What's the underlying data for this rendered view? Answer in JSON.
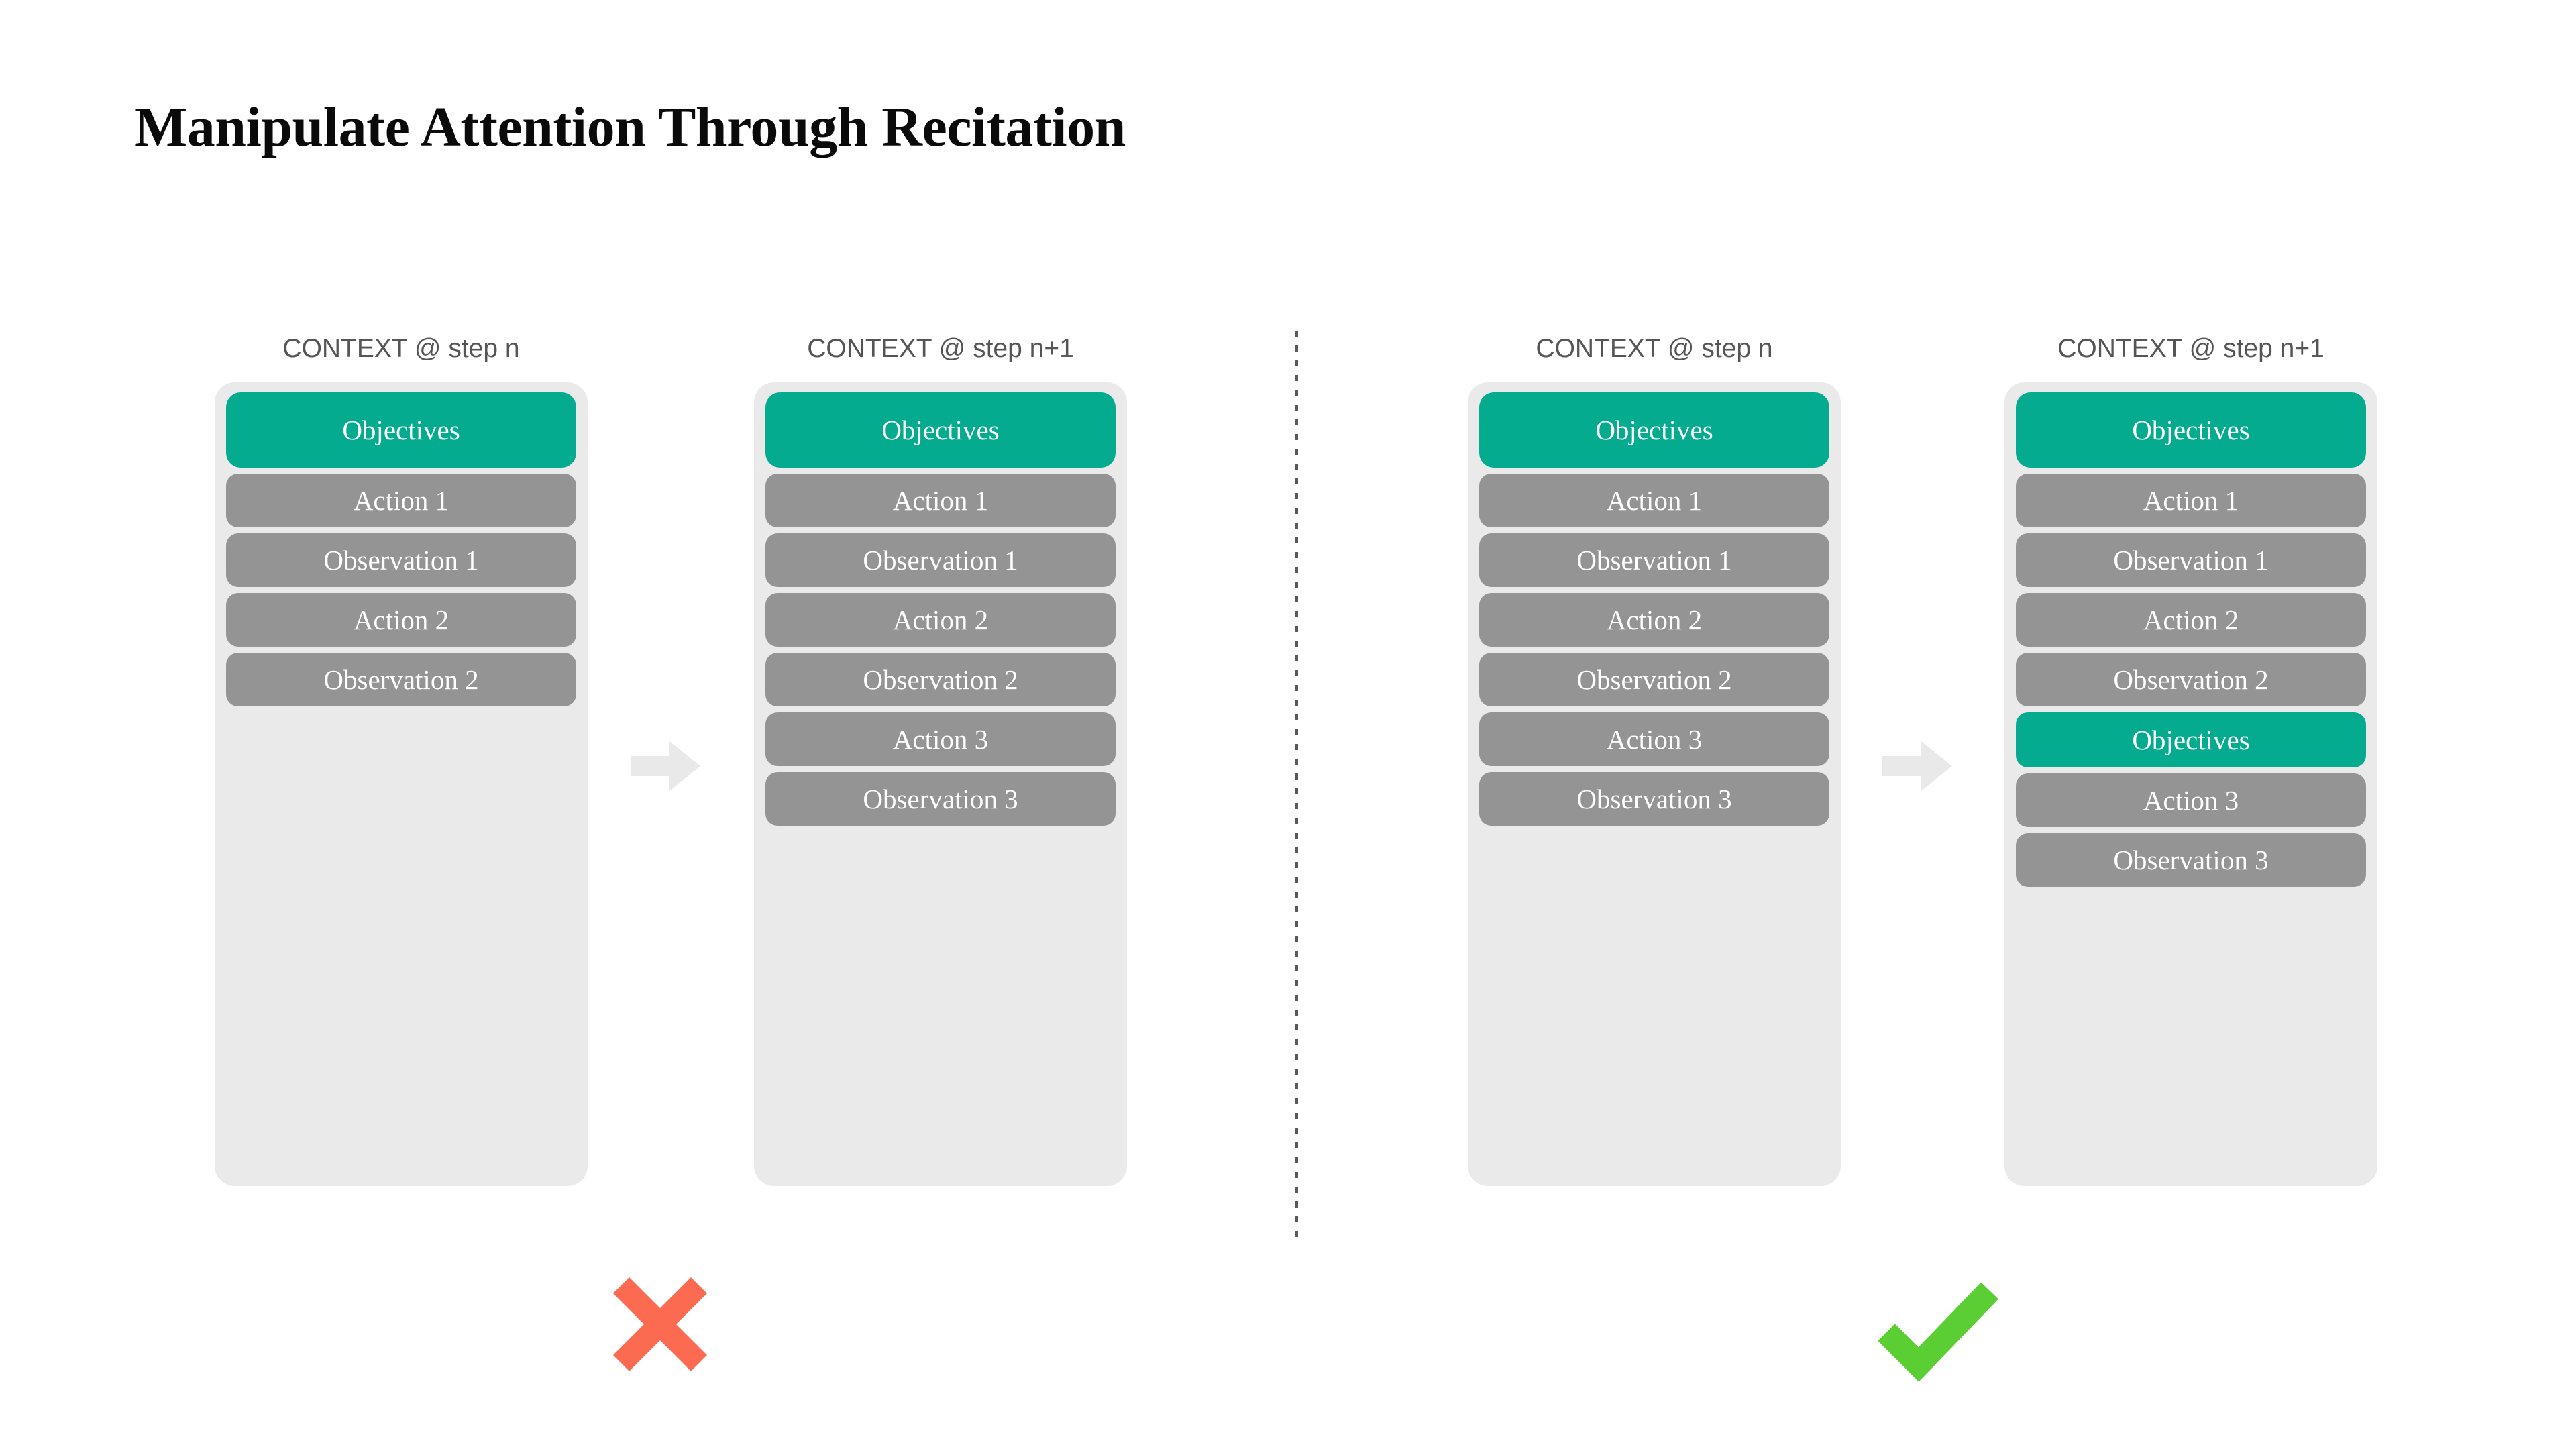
{
  "slide": {
    "title": "Manipulate Attention Through Recitation",
    "background_color": "#ffffff"
  },
  "palette": {
    "objectives_teal": "#04ab8e",
    "entry_gray": "#949494",
    "context_box_gray": "#eaeaea",
    "arrow_gray": "#e9e9e9",
    "header_text_gray": "#555555",
    "divider_gray": "#595959",
    "cross_red": "#fc6a52",
    "check_green": "#5bce34",
    "title_black": "#0a0a0a"
  },
  "divider": {
    "name": "dashed-vertical-divider",
    "style": "dashed"
  },
  "groups": [
    {
      "id": "without-recitation",
      "verdict": {
        "icon": "cross-icon",
        "symbol": "✕",
        "color": "#fc6a52"
      },
      "arrow": {
        "icon": "arrow-right-icon",
        "color": "#e9e9e9"
      },
      "columns": [
        {
          "id": "bad-step-n",
          "header": "CONTEXT @ step n",
          "entries": [
            {
              "label": "Objectives",
              "kind": "objectives"
            },
            {
              "label": "Action 1",
              "kind": "entry"
            },
            {
              "label": "Observation 1",
              "kind": "entry"
            },
            {
              "label": "Action 2",
              "kind": "entry"
            },
            {
              "label": "Observation 2",
              "kind": "entry"
            }
          ]
        },
        {
          "id": "bad-step-n-plus-1",
          "header": "CONTEXT @ step n+1",
          "entries": [
            {
              "label": "Objectives",
              "kind": "objectives"
            },
            {
              "label": "Action 1",
              "kind": "entry"
            },
            {
              "label": "Observation 1",
              "kind": "entry"
            },
            {
              "label": "Action 2",
              "kind": "entry"
            },
            {
              "label": "Observation 2",
              "kind": "entry"
            },
            {
              "label": "Action 3",
              "kind": "entry"
            },
            {
              "label": "Observation 3",
              "kind": "entry"
            }
          ]
        }
      ]
    },
    {
      "id": "with-recitation",
      "verdict": {
        "icon": "check-icon",
        "symbol": "✓",
        "color": "#5bce34"
      },
      "arrow": {
        "icon": "arrow-right-icon",
        "color": "#e9e9e9"
      },
      "columns": [
        {
          "id": "good-step-n",
          "header": "CONTEXT @ step n",
          "entries": [
            {
              "label": "Objectives",
              "kind": "objectives"
            },
            {
              "label": "Action 1",
              "kind": "entry"
            },
            {
              "label": "Observation 1",
              "kind": "entry"
            },
            {
              "label": "Action 2",
              "kind": "entry"
            },
            {
              "label": "Observation 2",
              "kind": "entry"
            },
            {
              "label": "Action 3",
              "kind": "entry"
            },
            {
              "label": "Observation 3",
              "kind": "entry"
            }
          ]
        },
        {
          "id": "good-step-n-plus-1",
          "header": "CONTEXT @ step n+1",
          "entries": [
            {
              "label": "Objectives",
              "kind": "objectives"
            },
            {
              "label": "Action 1",
              "kind": "entry"
            },
            {
              "label": "Observation 1",
              "kind": "entry"
            },
            {
              "label": "Action 2",
              "kind": "entry"
            },
            {
              "label": "Observation 2",
              "kind": "entry"
            },
            {
              "label": "Objectives",
              "kind": "objectives-recited"
            },
            {
              "label": "Action 3",
              "kind": "entry"
            },
            {
              "label": "Observation 3",
              "kind": "entry"
            }
          ]
        }
      ]
    }
  ]
}
